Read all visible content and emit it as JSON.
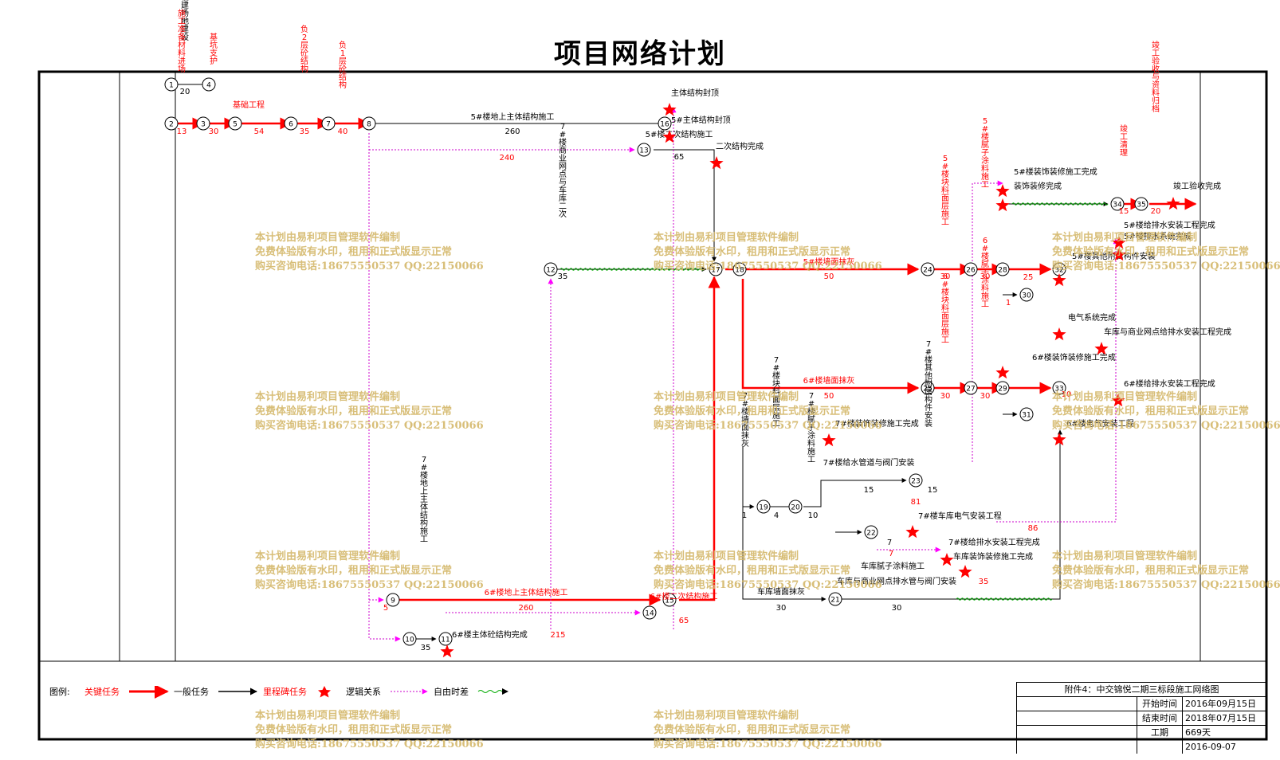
{
  "title": "项目网络计划",
  "watermark": [
    "本计划由易利项目管理软件编制",
    "免费体验版有水印，租用和正式版显示正常",
    "购买咨询电话:18675550537 QQ:22150066"
  ],
  "colors": {
    "critical": "#ff0000",
    "normal": "#000000",
    "logic": "#cc00cc",
    "float": "#00aa00",
    "milestone": "#ff0000",
    "watermark": "#d4b86a"
  },
  "nodes": [
    "1",
    "2",
    "3",
    "4",
    "5",
    "6",
    "7",
    "8",
    "9",
    "10",
    "11",
    "12",
    "13",
    "14",
    "15",
    "16",
    "17",
    "18",
    "19",
    "20",
    "21",
    "22",
    "23",
    "24",
    "25",
    "26",
    "27",
    "28",
    "29",
    "30",
    "31",
    "32",
    "33",
    "34",
    "35"
  ],
  "tasks": [
    {
      "id": "t1",
      "label": "临建场地建设",
      "duration": "20",
      "critical": false
    },
    {
      "id": "t2",
      "label": "施工准备材料进场",
      "duration": "13",
      "critical": true
    },
    {
      "id": "t3",
      "label": "基坑支护",
      "duration": "30",
      "critical": true
    },
    {
      "id": "t4",
      "label": "基础工程",
      "duration": "54",
      "critical": true
    },
    {
      "id": "t5",
      "label": "负2层砼结构",
      "duration": "35",
      "critical": true
    },
    {
      "id": "t6",
      "label": "负1层砼结构",
      "duration": "40",
      "critical": true
    },
    {
      "id": "t7",
      "label": "5#楼地上主体结构施工",
      "duration": "260",
      "critical": false
    },
    {
      "id": "t8",
      "label": "5#楼二次结构施工",
      "duration": "65",
      "critical": false
    },
    {
      "id": "t9",
      "label": "6#楼地上主体结构施工",
      "duration": "260",
      "critical": true
    },
    {
      "id": "t10",
      "label": "6#楼二次结构施工",
      "duration": "65",
      "critical": true
    },
    {
      "id": "t11",
      "label": "7#楼地上主体结构施工",
      "duration": "35",
      "critical": false
    },
    {
      "id": "t12",
      "label": "7#楼商业网点与车库二次结构施工",
      "duration": "35",
      "critical": false
    },
    {
      "id": "t13",
      "label": "5#楼墙面抹灰",
      "duration": "50",
      "critical": true
    },
    {
      "id": "t14",
      "label": "6#楼墙面抹灰",
      "duration": "50",
      "critical": true
    },
    {
      "id": "t15",
      "label": "5#楼块料面层施工",
      "duration": "30",
      "critical": true
    },
    {
      "id": "t16",
      "label": "6#楼块料面层施工",
      "duration": "30",
      "critical": true
    },
    {
      "id": "t17",
      "label": "5#楼腻子涂料施工",
      "duration": "30",
      "critical": true
    },
    {
      "id": "t18",
      "label": "6#楼腻子涂料施工",
      "duration": "30",
      "critical": true
    },
    {
      "id": "t19",
      "label": "7#楼墙面抹灰",
      "duration": "1",
      "critical": false
    },
    {
      "id": "t20",
      "label": "7#楼块料面层施工",
      "duration": "4",
      "critical": false
    },
    {
      "id": "t21",
      "label": "7#楼腻子涂料施工",
      "duration": "10",
      "critical": false
    },
    {
      "id": "t22",
      "label": "7#楼给水管道与阀门安装",
      "duration": "15",
      "critical": false
    },
    {
      "id": "t23",
      "label": "7#楼其他附属构件安装",
      "duration": "15",
      "critical": false
    },
    {
      "id": "t24",
      "label": "车库墙面抹灰",
      "duration": "30",
      "critical": false
    },
    {
      "id": "t25",
      "label": "车库与商业网点排水管与阀门安装",
      "duration": "30",
      "critical": false
    },
    {
      "id": "t26",
      "label": "车库腻子涂料施工",
      "duration": "7",
      "critical": false
    },
    {
      "id": "t27",
      "label": "竣工清理",
      "duration": "15",
      "critical": true
    },
    {
      "id": "t28",
      "label": "竣工验收与资料归档",
      "duration": "20",
      "critical": true
    }
  ],
  "milestones": [
    "主体结构封顶",
    "5#主体结构封顶",
    "二次结构完成",
    "5#楼装饰装修施工完成",
    "装饰装修完成",
    "竣工验收完成",
    "5#楼给排水安装工程完成",
    "5#楼排水系统完成",
    "5#楼其他附属构件安装",
    "电气系统完成",
    "车库与商业网点给排水安装工程完成",
    "6#楼装饰装修施工完成",
    "6#楼给排水安装工程完成",
    "6#楼电气安装工程",
    "7#楼装饰装修施工完成",
    "7#楼车库电气安装工程",
    "7#楼给排水安装工程完成",
    "车库装饰装修施工完成",
    "6#楼主体砼结构完成"
  ],
  "floats": [
    "240",
    "215",
    "81",
    "86",
    "7",
    "35",
    "5",
    "25",
    "10",
    "1"
  ],
  "legend": {
    "label": "图例:",
    "critical": "关键任务",
    "normal": "一般任务",
    "milestone": "里程碑任务",
    "logic": "逻辑关系",
    "float": "自由时差"
  },
  "info": {
    "caption": "附件4：中交锦悦二期三标段施工网络图",
    "start_label": "开始时间",
    "start": "2016年09月15日",
    "end_label": "结束时间",
    "end": "2018年07月15日",
    "duration_label": "工期",
    "duration": "669天",
    "date": "2016-09-07"
  }
}
